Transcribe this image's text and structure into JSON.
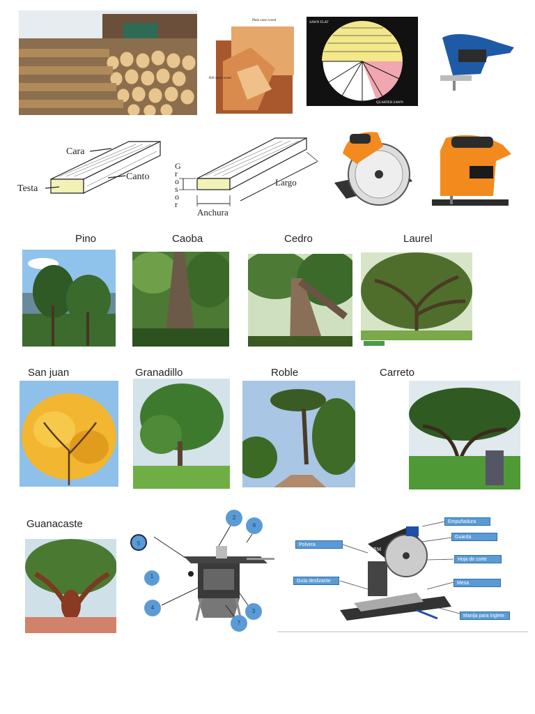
{
  "row1": {
    "wood_photo_labels": {
      "plain": "Plain sawn wood",
      "rift": "Rift sawn wood"
    },
    "sawing_labels": {
      "sawn_flat": "SAWN FLAT",
      "quarter": "QUARTER SAWN"
    }
  },
  "board_diagram": {
    "faces": {
      "cara": "Cara",
      "canto": "Canto",
      "testa": "Testa"
    },
    "dims": {
      "grosor": "Grosor",
      "largo": "Largo",
      "anchura": "Anchura"
    }
  },
  "trees": [
    {
      "name": "Pino"
    },
    {
      "name": "Caoba"
    },
    {
      "name": "Cedro"
    },
    {
      "name": "Laurel"
    },
    {
      "name": "San juan"
    },
    {
      "name": "Granadillo"
    },
    {
      "name": "Roble"
    },
    {
      "name": "Carreto"
    },
    {
      "name": "Guanacaste"
    }
  ],
  "table_saw_numbers": [
    "1",
    "2",
    "3",
    "4",
    "5",
    "6",
    "7"
  ],
  "miter_saw": {
    "brand": "FERM",
    "labels": [
      "Empuñadura",
      "Guarda",
      "Polvera",
      "Hoja de corte",
      "Guía deslizante",
      "Mesa",
      "Manija para inglete"
    ]
  },
  "colors": {
    "callout_blue": "#5b9bd5",
    "tool_orange": "#f28a1e",
    "bosch_blue": "#1f5aa6"
  }
}
